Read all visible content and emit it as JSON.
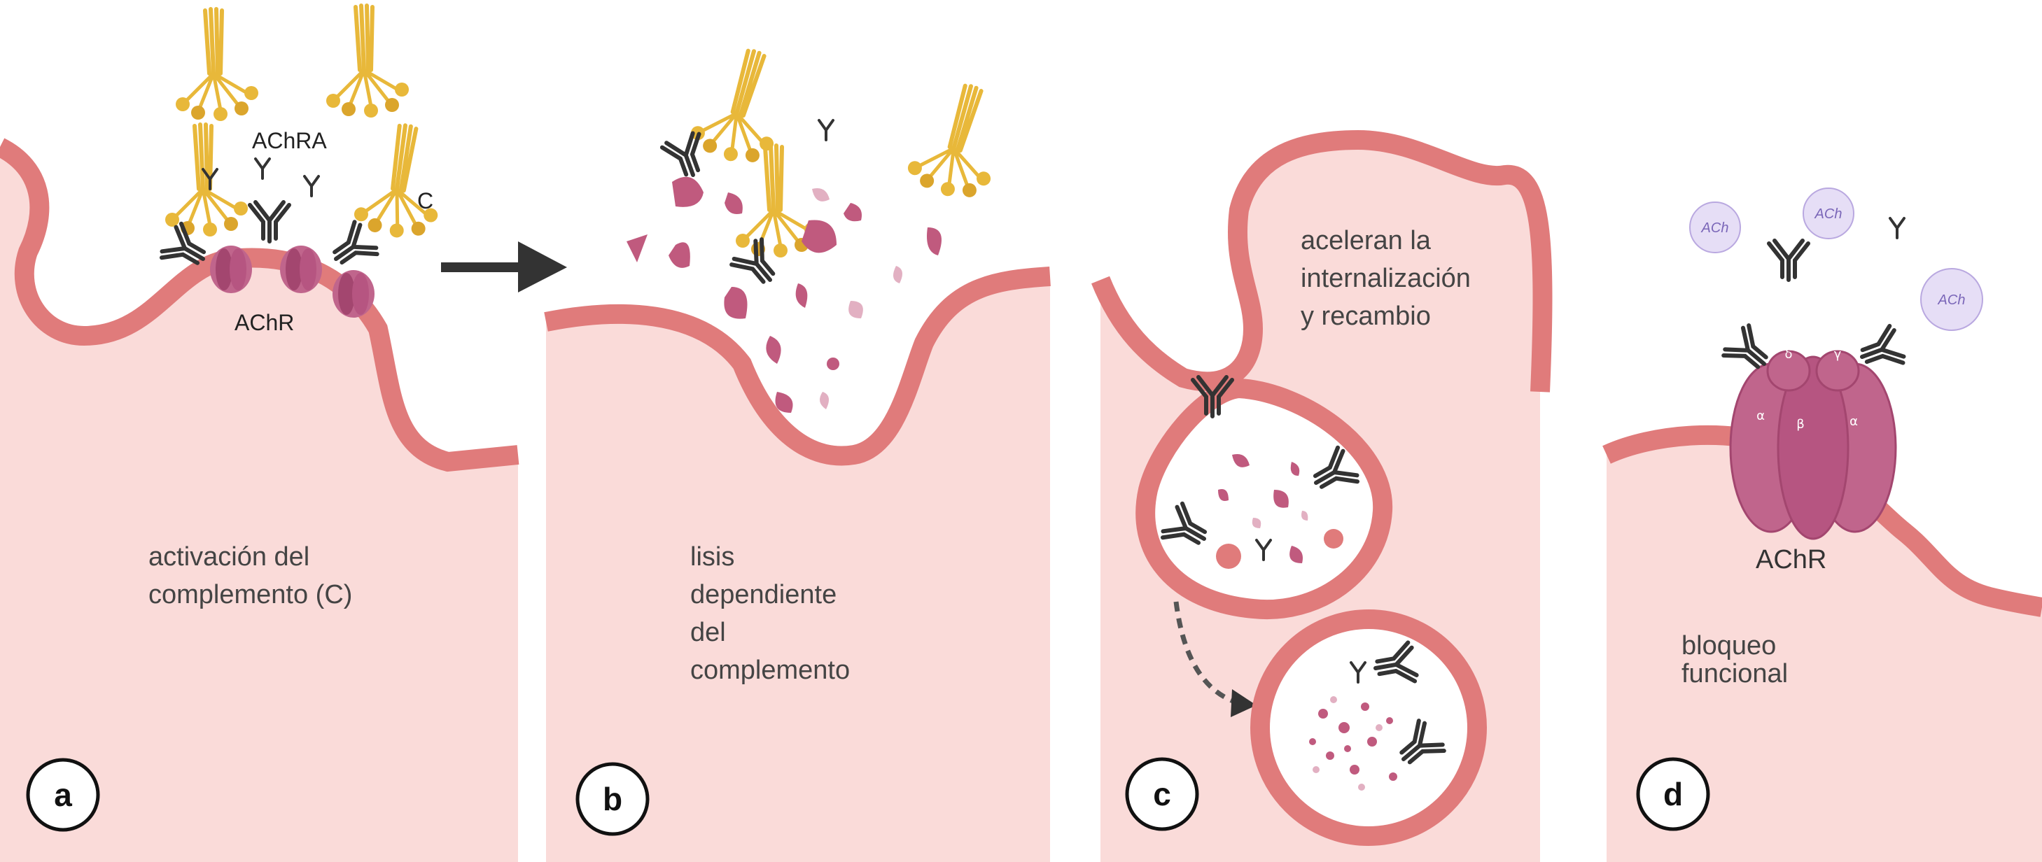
{
  "colors": {
    "cell_fill": "#fadbd9",
    "membrane": "#e07b7b",
    "receptor": "#c0658c",
    "receptor_dark": "#a3466f",
    "antibody": "#333333",
    "complement": "#e8b83a",
    "fragment": "#c05a7e",
    "fragment_light": "#e2b0c2",
    "ach_fill": "#e6def6",
    "ach_text": "#7a66b8"
  },
  "panels": {
    "a": {
      "badge": "a",
      "label_antibody": "AChRA",
      "label_complement": "C",
      "label_receptor": "AChR",
      "caption": [
        "activación del",
        "complemento (C)"
      ]
    },
    "b": {
      "badge": "b",
      "caption": [
        "lisis",
        "dependiente",
        "del",
        "complemento"
      ]
    },
    "c": {
      "badge": "c",
      "caption": [
        "aceleran la",
        "internalización",
        "y recambio"
      ]
    },
    "d": {
      "badge": "d",
      "label_receptor": "AChR",
      "ach_molecules": [
        "ACh",
        "ACh",
        "ACh"
      ],
      "subunits": [
        "δ",
        "γ",
        "α",
        "β",
        "α"
      ],
      "caption": [
        "bloqueo",
        "funcional"
      ]
    }
  }
}
